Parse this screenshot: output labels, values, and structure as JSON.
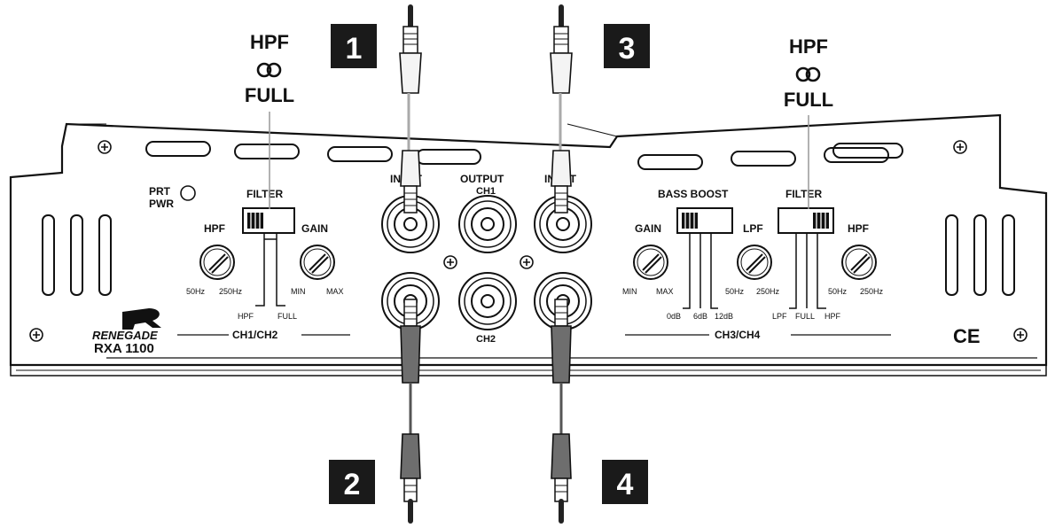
{
  "callouts": [
    {
      "number": "1"
    },
    {
      "number": "2"
    },
    {
      "number": "3"
    },
    {
      "number": "4"
    }
  ],
  "filter_annotation_left": {
    "top": "HPF",
    "bottom": "FULL"
  },
  "filter_annotation_right": {
    "top": "HPF",
    "bottom": "FULL"
  },
  "panel": {
    "prt_pwr": [
      "PRT",
      "PWR"
    ],
    "ch12": {
      "filter_label": "FILTER",
      "hpf_label": "HPF",
      "gain_label": "GAIN",
      "hpf_min": "50Hz",
      "hpf_max": "250Hz",
      "gain_min": "MIN",
      "gain_max": "MAX",
      "switch_hpf": "HPF",
      "switch_full": "FULL",
      "section_label": "CH1/CH2"
    },
    "ch34": {
      "bass_boost_label": "BASS BOOST",
      "filter_label": "FILTER",
      "gain_label": "GAIN",
      "lpf_label": "LPF",
      "hpf_label": "HPF",
      "gain_min": "MIN",
      "gain_max": "MAX",
      "lpf_min": "50Hz",
      "lpf_max": "250Hz",
      "hpf_min": "50Hz",
      "hpf_max": "250Hz",
      "boost_0": "0dB",
      "boost_6": "6dB",
      "boost_12": "12dB",
      "switch_lpf": "LPF",
      "switch_full": "FULL",
      "switch_hpf": "HPF",
      "section_label": "CH3/CH4"
    },
    "jacks": {
      "input_left": "INPUT",
      "input_right": "INPUT",
      "output_top": "OUTPUT",
      "output_ch1": "CH1",
      "output_ch2": "CH2"
    },
    "brand": "RENEGADE",
    "model": "RXA 1100",
    "ce_mark": "CE"
  }
}
